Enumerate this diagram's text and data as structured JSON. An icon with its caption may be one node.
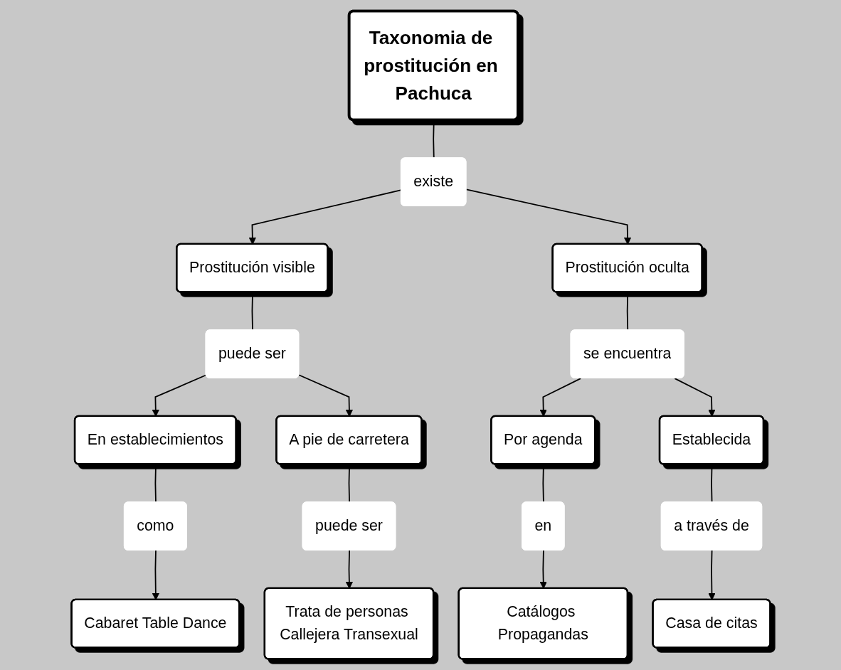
{
  "diagram": {
    "nodes": [
      {
        "text": [
          "Taxonomia de prostitución en Pachuca"
        ]
      },
      {
        "text": [
          "existe"
        ]
      },
      {
        "text": [
          "Prostitución visible"
        ]
      },
      {
        "text": [
          "Prostitución oculta"
        ]
      },
      {
        "text": [
          "puede ser"
        ]
      },
      {
        "text": [
          "se encuentra"
        ]
      },
      {
        "text": [
          "En establecimientos"
        ]
      },
      {
        "text": [
          "A pie de carretera"
        ]
      },
      {
        "text": [
          "Por agenda"
        ]
      },
      {
        "text": [
          "Establecida"
        ]
      },
      {
        "text": [
          "como"
        ]
      },
      {
        "text": [
          "puede ser"
        ]
      },
      {
        "text": [
          "en"
        ]
      },
      {
        "text": [
          "a través de"
        ]
      },
      {
        "text": [
          "Cabaret Table Dance"
        ]
      },
      {
        "text": [
          "Trata de personas Callejera Transexual"
        ]
      },
      {
        "text": [
          "Catálogos Propagandas"
        ]
      },
      {
        "text": [
          "Casa de citas"
        ]
      }
    ],
    "edges": [
      {
        "from": 0,
        "to": 1,
        "arrow": "none"
      },
      {
        "from": 1,
        "to": 2,
        "arrow": "to"
      },
      {
        "from": 1,
        "to": 3,
        "arrow": "to"
      },
      {
        "from": 2,
        "to": 4,
        "arrow": "none"
      },
      {
        "from": 3,
        "to": 5,
        "arrow": "none"
      },
      {
        "from": 4,
        "to": 6,
        "arrow": "to"
      },
      {
        "from": 4,
        "to": 7,
        "arrow": "to"
      },
      {
        "from": 5,
        "to": 8,
        "arrow": "to"
      },
      {
        "from": 5,
        "to": 9,
        "arrow": "to"
      },
      {
        "from": 6,
        "to": 10,
        "arrow": "none"
      },
      {
        "from": 7,
        "to": 11,
        "arrow": "none"
      },
      {
        "from": 8,
        "to": 12,
        "arrow": "none"
      },
      {
        "from": 9,
        "to": 13,
        "arrow": "none"
      },
      {
        "from": 10,
        "to": 14,
        "arrow": "to"
      },
      {
        "from": 11,
        "to": 15,
        "arrow": "to"
      },
      {
        "from": 12,
        "to": 16,
        "arrow": "to"
      },
      {
        "from": 13,
        "to": 17,
        "arrow": "to"
      }
    ]
  }
}
